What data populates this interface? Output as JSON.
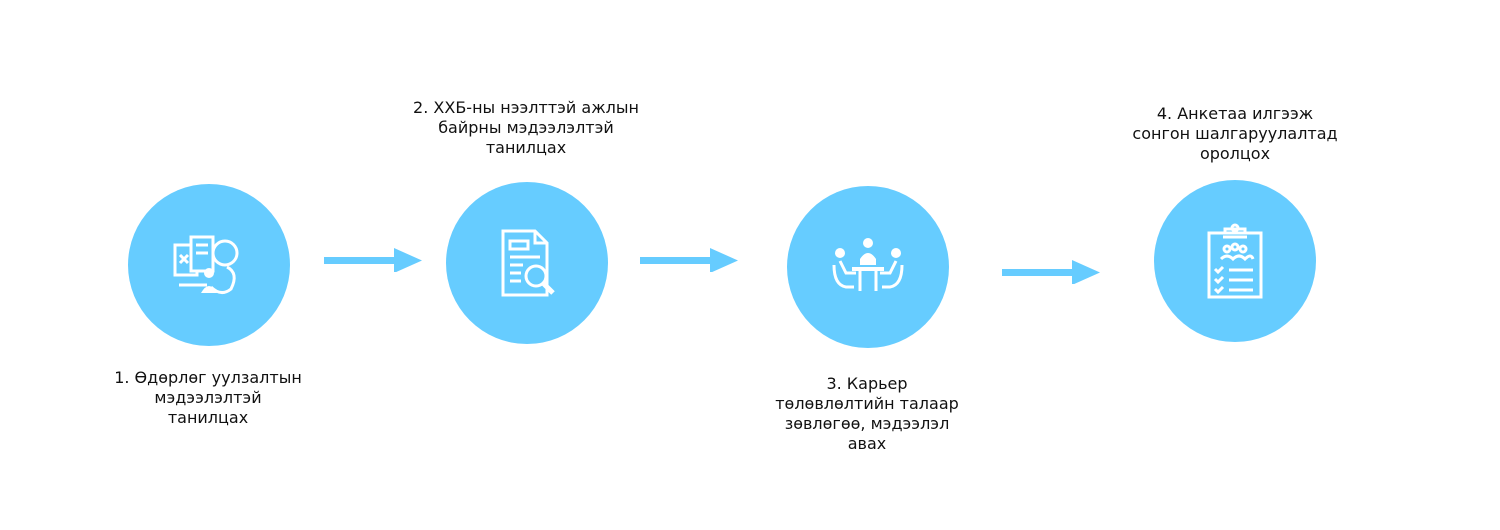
{
  "steps": [
    {
      "number": "1",
      "lines": [
        "1. Өдөрлөг уулзалтын",
        "мэдээлэлтэй",
        "танилцах"
      ],
      "icon": "documents-people-icon"
    },
    {
      "number": "2",
      "lines": [
        "2. ХХБ-ны нээлттэй ажлын",
        "байрны мэдээлэлтэй",
        "танилцах"
      ],
      "icon": "document-search-icon"
    },
    {
      "number": "3",
      "lines": [
        "3. Карьер",
        "төлөвлөлтийн талаар",
        "зөвлөгөө, мэдээлэл",
        "авах"
      ],
      "icon": "meeting-icon"
    },
    {
      "number": "4",
      "lines": [
        "4. Анкетаа илгээж",
        "сонгон шалгаруулалтад",
        "оролцох"
      ],
      "icon": "clipboard-checklist-icon"
    }
  ],
  "colors": {
    "circle": "#66ccff",
    "arrow": "#66ccff",
    "icon": "#ffffff",
    "text": "#111111"
  }
}
